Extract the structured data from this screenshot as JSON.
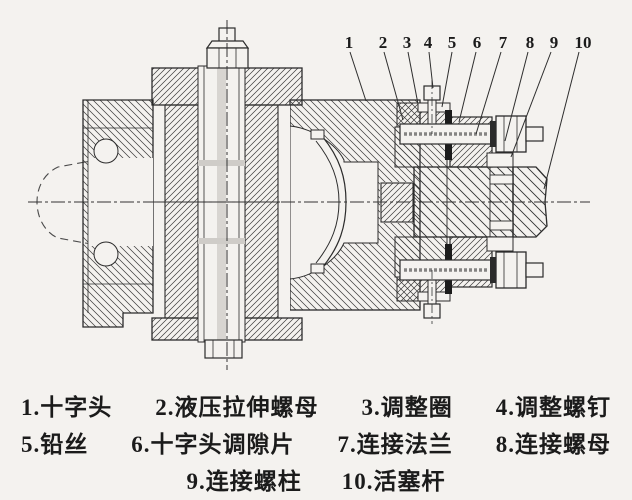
{
  "figure": {
    "callout_numbers": [
      "1",
      "2",
      "3",
      "4",
      "5",
      "6",
      "7",
      "8",
      "9",
      "10"
    ],
    "legend_rows": [
      [
        "1.十字头",
        "2.液压拉伸螺母",
        "3.调整圈",
        "4.调整螺钉"
      ],
      [
        "5.铅丝",
        "6.十字头调隙片",
        "7.连接法兰",
        "8.连接螺母"
      ],
      [
        "9.连接螺柱",
        "10.活塞杆"
      ]
    ],
    "parts": [
      {
        "num": "1",
        "name": "十字头"
      },
      {
        "num": "2",
        "name": "液压拉伸螺母"
      },
      {
        "num": "3",
        "name": "调整圈"
      },
      {
        "num": "4",
        "name": "调整螺钉"
      },
      {
        "num": "5",
        "name": "铅丝"
      },
      {
        "num": "6",
        "name": "十字头调隙片"
      },
      {
        "num": "7",
        "name": "连接法兰"
      },
      {
        "num": "8",
        "name": "连接螺母"
      },
      {
        "num": "9",
        "name": "连接螺柱"
      },
      {
        "num": "10",
        "name": "活塞杆"
      }
    ],
    "colors": {
      "background": "#f4f2ef",
      "line": "#2b2b2b",
      "text": "#1b1b1b"
    }
  }
}
